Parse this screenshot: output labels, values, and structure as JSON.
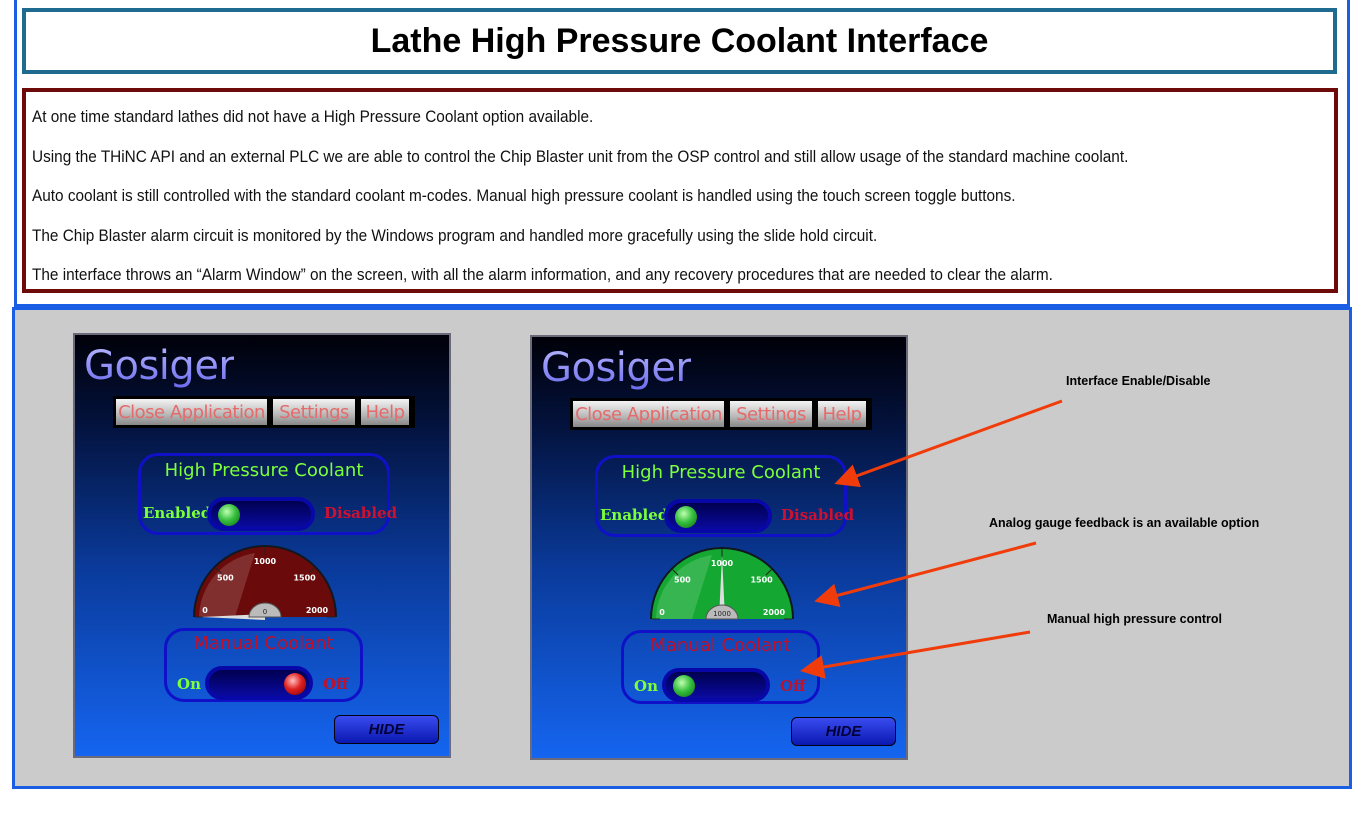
{
  "header": {
    "title": "Lathe High Pressure Coolant Interface"
  },
  "description": [
    "At one time standard lathes did not have a High Pressure Coolant option available.",
    "Using the THiNC API and an external PLC we are able to control the Chip Blaster unit from the  OSP control and still allow usage of the standard machine coolant.",
    "Auto coolant is still controlled with the standard coolant m-codes. Manual high pressure coolant is handled using the touch screen toggle buttons.",
    "The Chip Blaster alarm circuit is monitored by the Windows program and handled more gracefully using the slide hold circuit.",
    "The interface throws an “Alarm Window” on the screen, with all the alarm information, and any recovery procedures that are needed to clear the alarm."
  ],
  "panels": [
    {
      "logo": "Gosiger",
      "menu": [
        "Close Application",
        "Settings",
        "Help"
      ],
      "hpc_title": "High Pressure Coolant",
      "enabled": "Enabled",
      "disabled": "Disabled",
      "hpc_state": "enabled",
      "gauge": {
        "ticks": [
          "0",
          "500",
          "1000",
          "1500",
          "2000"
        ],
        "value": 0,
        "value_label": "0",
        "max": 2000,
        "color": "#6a0a0a"
      },
      "manual_title": "Manual Coolant",
      "on": "On",
      "off": "Off",
      "manual_state": "off",
      "hide": "HIDE"
    },
    {
      "logo": "Gosiger",
      "menu": [
        "Close Application",
        "Settings",
        "Help"
      ],
      "hpc_title": "High Pressure Coolant",
      "enabled": "Enabled",
      "disabled": "Disabled",
      "hpc_state": "enabled",
      "gauge": {
        "ticks": [
          "0",
          "500",
          "1000",
          "1500",
          "2000"
        ],
        "value": 1000,
        "value_label": "1000",
        "max": 2000,
        "color": "#14a832"
      },
      "manual_title": "Manual Coolant",
      "on": "On",
      "off": "Off",
      "manual_state": "on",
      "hide": "HIDE"
    }
  ],
  "annotations": [
    "Interface Enable/Disable",
    "Analog gauge feedback is an available option",
    "Manual high pressure control"
  ],
  "colors": {
    "arrow": "#f03c0a"
  }
}
